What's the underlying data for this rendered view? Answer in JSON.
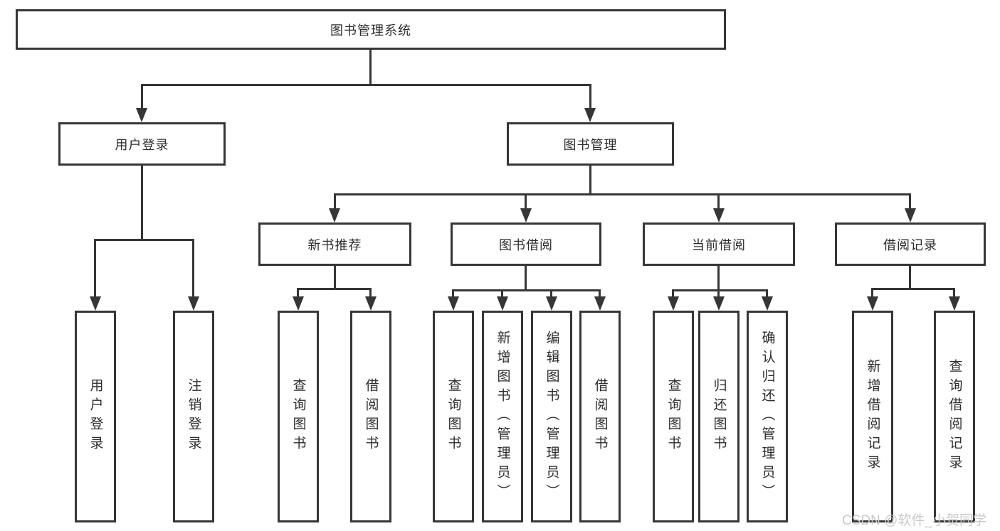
{
  "tree": {
    "root": {
      "label": "图书管理系统",
      "children": [
        {
          "label": "用户登录",
          "children": [
            {
              "label": "用户登录"
            },
            {
              "label": "注销登录"
            }
          ]
        },
        {
          "label": "图书管理",
          "children": [
            {
              "label": "新书推荐",
              "children": [
                {
                  "label": "查询图书"
                },
                {
                  "label": "借阅图书"
                }
              ]
            },
            {
              "label": "图书借阅",
              "children": [
                {
                  "label": "查询图书"
                },
                {
                  "label": "新增图书（管理员）"
                },
                {
                  "label": "编辑图书（管理员）"
                },
                {
                  "label": "借阅图书"
                }
              ]
            },
            {
              "label": "当前借阅",
              "children": [
                {
                  "label": "查询图书"
                },
                {
                  "label": "归还图书"
                },
                {
                  "label": "确认归还（管理员）"
                }
              ]
            },
            {
              "label": "借阅记录",
              "children": [
                {
                  "label": "新增借阅记录"
                },
                {
                  "label": "查询借阅记录"
                }
              ]
            }
          ]
        }
      ]
    }
  },
  "watermark": {
    "text": "CSDN @软件_小贺同学"
  },
  "colors": {
    "bg": "#ffffff",
    "line": "#363636",
    "text": "#2d2d2d",
    "watermark": "#c9c9c9"
  }
}
